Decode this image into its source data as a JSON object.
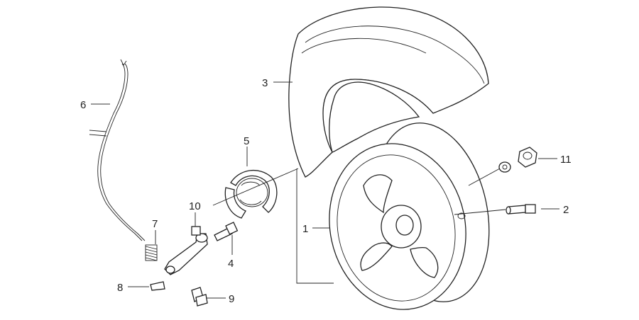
{
  "title": "",
  "callouts": [
    {
      "id": "1",
      "label": "1",
      "part": "wheel-rim"
    },
    {
      "id": "2",
      "label": "2",
      "part": "tire-valve"
    },
    {
      "id": "3",
      "label": "3",
      "part": "tire"
    },
    {
      "id": "4",
      "label": "4",
      "part": "shoe-pivot-pin"
    },
    {
      "id": "5",
      "label": "5",
      "part": "brake-shoe"
    },
    {
      "id": "6",
      "label": "6",
      "part": "brake-cable"
    },
    {
      "id": "7",
      "label": "7",
      "part": "spring"
    },
    {
      "id": "8",
      "label": "8",
      "part": "pin"
    },
    {
      "id": "9",
      "label": "9",
      "part": "bolt"
    },
    {
      "id": "10",
      "label": "10",
      "part": "brake-lever"
    },
    {
      "id": "11",
      "label": "11",
      "part": "axle-nut-and-washer"
    }
  ],
  "colors": {
    "line": "#222222",
    "background": "#ffffff",
    "tread": "#bbbbbb"
  }
}
